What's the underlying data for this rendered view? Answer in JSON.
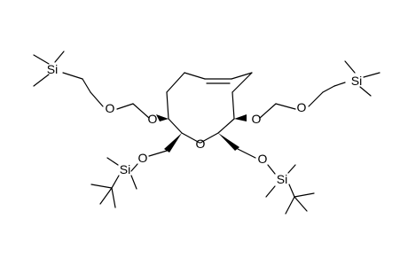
{
  "molecule": {
    "atoms": {
      "ring_oxygen": "O",
      "left_ether_oxygen": "O",
      "left_mom_oxygen": "O",
      "right_ether_oxygen": "O",
      "right_mom_oxygen": "O",
      "left_silyl_oxygen": "O",
      "right_silyl_oxygen": "O",
      "left_tms_silicon": "Si",
      "right_tms_silicon": "Si",
      "left_tbs_silicon": "Si",
      "right_tbs_silicon": "Si"
    }
  }
}
